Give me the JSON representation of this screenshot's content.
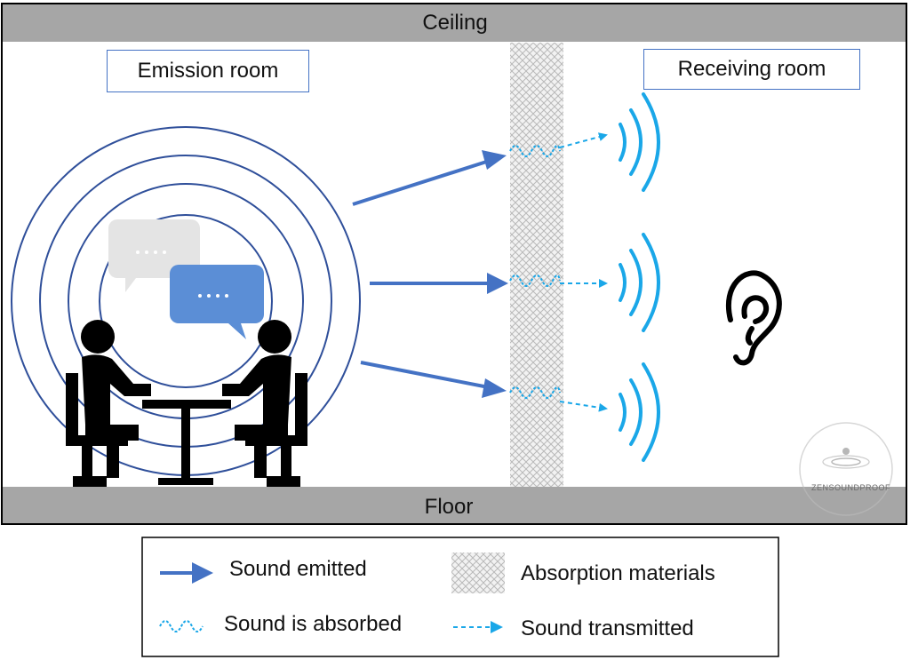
{
  "colors": {
    "emitted": "#4472c4",
    "transmitted": "#1aa7e8",
    "band": "#a6a6a6",
    "person": "#000000"
  },
  "room": {
    "ceiling_label": "Ceiling",
    "floor_label": "Floor",
    "emission_label": "Emission room",
    "receiving_label": "Receiving room"
  },
  "icons": [
    "ear-icon",
    "person-icon",
    "speech-bubble-icon",
    "table-icon",
    "chair-icon",
    "sound-wave-icon"
  ],
  "watermark": "ZENSOUNDPROOF",
  "legend": {
    "emitted": "Sound emitted",
    "absorbed": "Sound is absorbed",
    "materials": "Absorption materials",
    "transmitted": "Sound transmitted"
  }
}
